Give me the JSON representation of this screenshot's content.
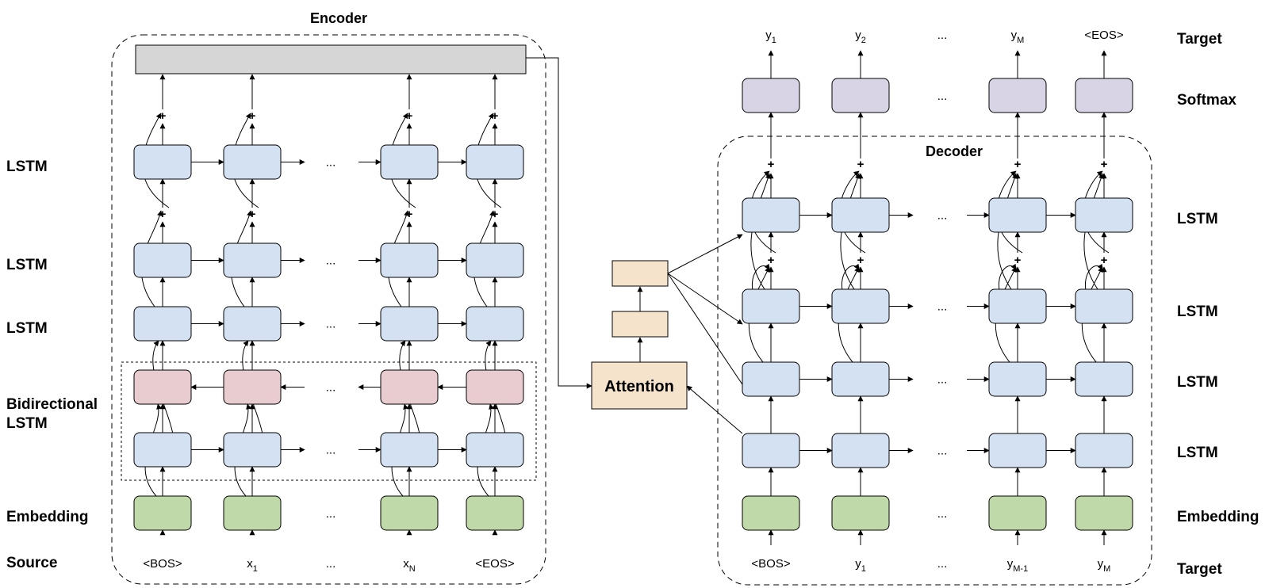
{
  "encoder": {
    "title": "Encoder",
    "row_labels": {
      "lstm_top": "LSTM",
      "lstm_mid": "LSTM",
      "lstm_low": "LSTM",
      "bidi_line1": "Bidirectional",
      "bidi_line2": "LSTM",
      "embedding": "Embedding",
      "source": "Source"
    },
    "tokens": [
      {
        "base": "<BOS>",
        "sub": ""
      },
      {
        "base": "x",
        "sub": "1"
      },
      {
        "base": "...",
        "sub": ""
      },
      {
        "base": "x",
        "sub": "N"
      },
      {
        "base": "<EOS>",
        "sub": ""
      }
    ]
  },
  "decoder": {
    "title": "Decoder",
    "row_labels": {
      "target_top": "Target",
      "softmax": "Softmax",
      "lstm1": "LSTM",
      "lstm2": "LSTM",
      "lstm3": "LSTM",
      "lstm4": "LSTM",
      "embedding": "Embedding",
      "target_bottom": "Target"
    },
    "outputs": [
      {
        "base": "y",
        "sub": "1"
      },
      {
        "base": "y",
        "sub": "2"
      },
      {
        "base": "...",
        "sub": ""
      },
      {
        "base": "y",
        "sub": "M"
      },
      {
        "base": "<EOS>",
        "sub": ""
      }
    ],
    "inputs": [
      {
        "base": "<BOS>",
        "sub": ""
      },
      {
        "base": "y",
        "sub": "1"
      },
      {
        "base": "...",
        "sub": ""
      },
      {
        "base": "y",
        "sub": "M-1"
      },
      {
        "base": "y",
        "sub": "M"
      }
    ]
  },
  "attention": {
    "label": "Attention"
  },
  "symbols": {
    "plus": "+",
    "ellipsis": "..."
  },
  "colors": {
    "lstm": "#d4e1f2",
    "lstm_reverse": "#e8ccd0",
    "embedding": "#c0d9a9",
    "softmax": "#d9d3e6",
    "attention": "#f5e3cb",
    "encoder_output": "#d6d6d6"
  }
}
